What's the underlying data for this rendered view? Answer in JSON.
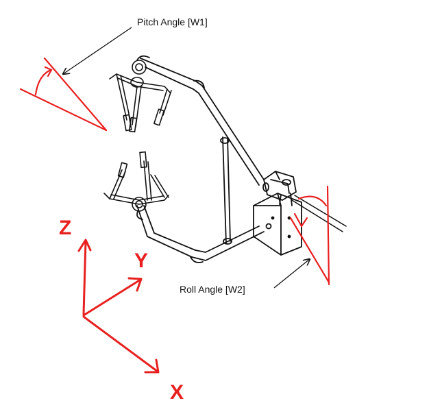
{
  "labels": {
    "pitch": "Pitch Angle [W1]",
    "roll": "Roll Angle [W2]"
  },
  "axes": {
    "x": "X",
    "y": "Y",
    "z": "Z"
  },
  "colors": {
    "annotation": "#e8201f",
    "line": "#111111"
  },
  "icons": {
    "instrument": "sonic-anemometer-drawing"
  }
}
